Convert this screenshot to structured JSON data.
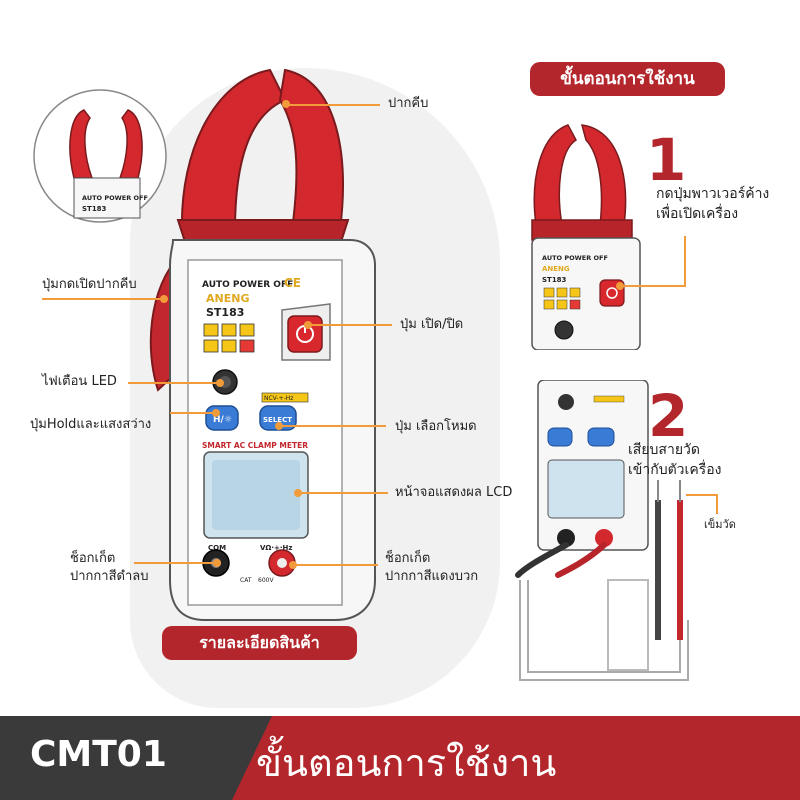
{
  "header": {
    "badge": "ขั้นตอนการใช้งาน"
  },
  "product": {
    "brand": "ANENG",
    "model": "ST183",
    "auto_power": "AUTO POWER OFF",
    "ce": "CE",
    "smart_label": "SMART AC CLAMP METER",
    "ncv": "NCV-+-Hz",
    "h_button": "H/☼",
    "select_button": "SELECT",
    "com_jack": "COM",
    "volt_jack": "VΩ·+·Hz",
    "cat": "CAT",
    "cat_rating": "600V"
  },
  "callouts": {
    "jaw": "ปากคีบ",
    "jaw_trigger": "ปุ่มกดเปิดปากคีบ",
    "power_button": "ปุ่ม เปิด/ปิด",
    "led": "ไฟเตือน LED",
    "hold_light": "ปุ่มHoldและแสงสว่าง",
    "mode_select": "ปุ่ม เลือกโหมด",
    "lcd": "หน้าจอแสดงผล LCD",
    "black_socket_line1": "ช็อกเก็ต",
    "black_socket_line2": "ปากกาสีดำลบ",
    "red_socket_line1": "ช็อกเก็ต",
    "red_socket_line2": "ปากกาสีแดงบวก"
  },
  "details_badge": "รายละเอียดสินค้า",
  "steps": [
    {
      "number": "1",
      "line1": "กดปุ่มพาวเวอร์ค้าง",
      "line2": "เพื่อเปิดเครื่อง"
    },
    {
      "number": "2",
      "line1": "เสียบสายวัด",
      "line2": "เข้ากับตัวเครื่อง"
    }
  ],
  "probe_label": "เข็มวัด",
  "footer": {
    "code": "CMT01",
    "title": "ขั้นตอนการใช้งาน"
  },
  "colors": {
    "accent_red": "#b3262b",
    "callout_orange": "#f29b3a",
    "dark": "#3a3a3a",
    "button_blue": "#3a7bd5"
  }
}
